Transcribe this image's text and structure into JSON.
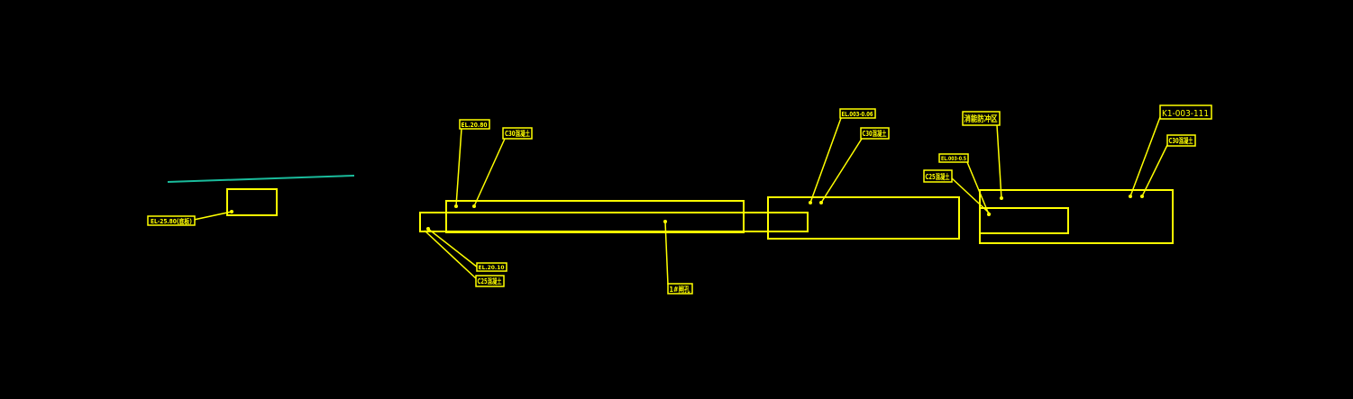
{
  "colors": {
    "background": "#000000",
    "primary": "#ffff00",
    "accent_line": "#1abc9c"
  },
  "labels": {
    "left_block": "EL-25.80(底板)",
    "main_top_elev": "EL.20.80",
    "main_top_grade": "C30混凝土",
    "main_bottom_elev": "EL.20.10",
    "main_bottom_grade": "C25混凝土",
    "main_center": "1#闸孔",
    "mid_elev": "EL.003-0.06",
    "mid_grade": "C30混凝土",
    "right_section": "消能防冲区",
    "right_elev": "EL.003-0.5",
    "right_grade_left": "C25混凝土",
    "right_code": "K1-003-111",
    "right_grade_right": "C30混凝土"
  }
}
